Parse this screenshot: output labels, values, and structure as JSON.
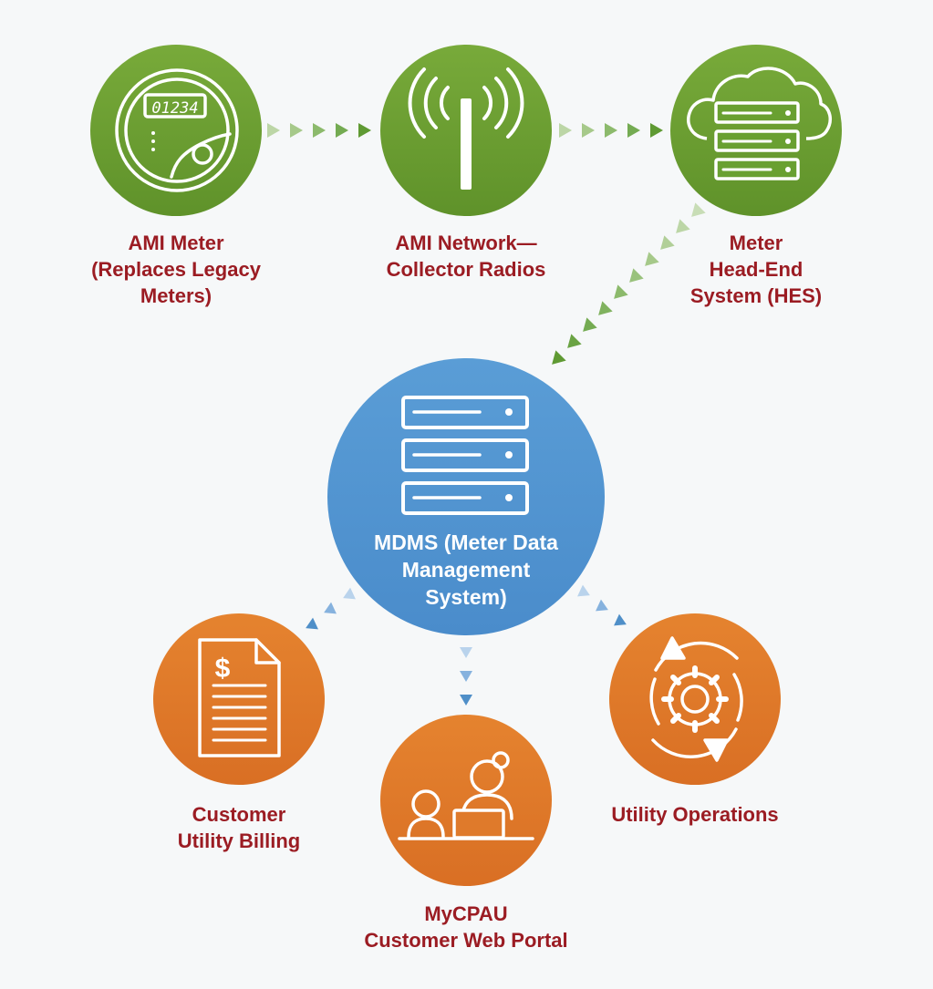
{
  "colors": {
    "green": "#6e9f32",
    "blue": "#5296d0",
    "orange": "#e07a2c",
    "label_red": "#9b1c23",
    "arrow_green": "#5f9a33",
    "arrow_blue": "#4f8fc8"
  },
  "nodes": {
    "ami_meter": {
      "icon": "meter-icon",
      "display_digits": "01234",
      "label_lines": [
        "AMI Meter",
        "(Replaces Legacy",
        "Meters)"
      ]
    },
    "ami_network": {
      "icon": "radio-tower-icon",
      "label_lines": [
        "AMI Network—",
        "Collector Radios"
      ]
    },
    "hes": {
      "icon": "cloud-server-icon",
      "label_lines": [
        "Meter",
        "Head-End",
        "System (HES)"
      ]
    },
    "mdms": {
      "icon": "server-stack-icon",
      "label_lines": [
        "MDMS (Meter Data",
        "Management",
        "System)"
      ]
    },
    "billing": {
      "icon": "invoice-icon",
      "symbol": "$",
      "label_lines": [
        "Customer",
        "Utility Billing"
      ]
    },
    "portal": {
      "icon": "people-computer-icon",
      "label_lines": [
        "MyCPAU",
        "Customer Web Portal"
      ]
    },
    "operations": {
      "icon": "gear-cycle-icon",
      "label_lines": [
        "Utility Operations"
      ]
    }
  },
  "connections": [
    {
      "from": "ami_meter",
      "to": "ami_network"
    },
    {
      "from": "ami_network",
      "to": "hes"
    },
    {
      "from": "hes",
      "to": "mdms"
    },
    {
      "from": "mdms",
      "to": "billing"
    },
    {
      "from": "mdms",
      "to": "portal"
    },
    {
      "from": "mdms",
      "to": "operations"
    }
  ]
}
